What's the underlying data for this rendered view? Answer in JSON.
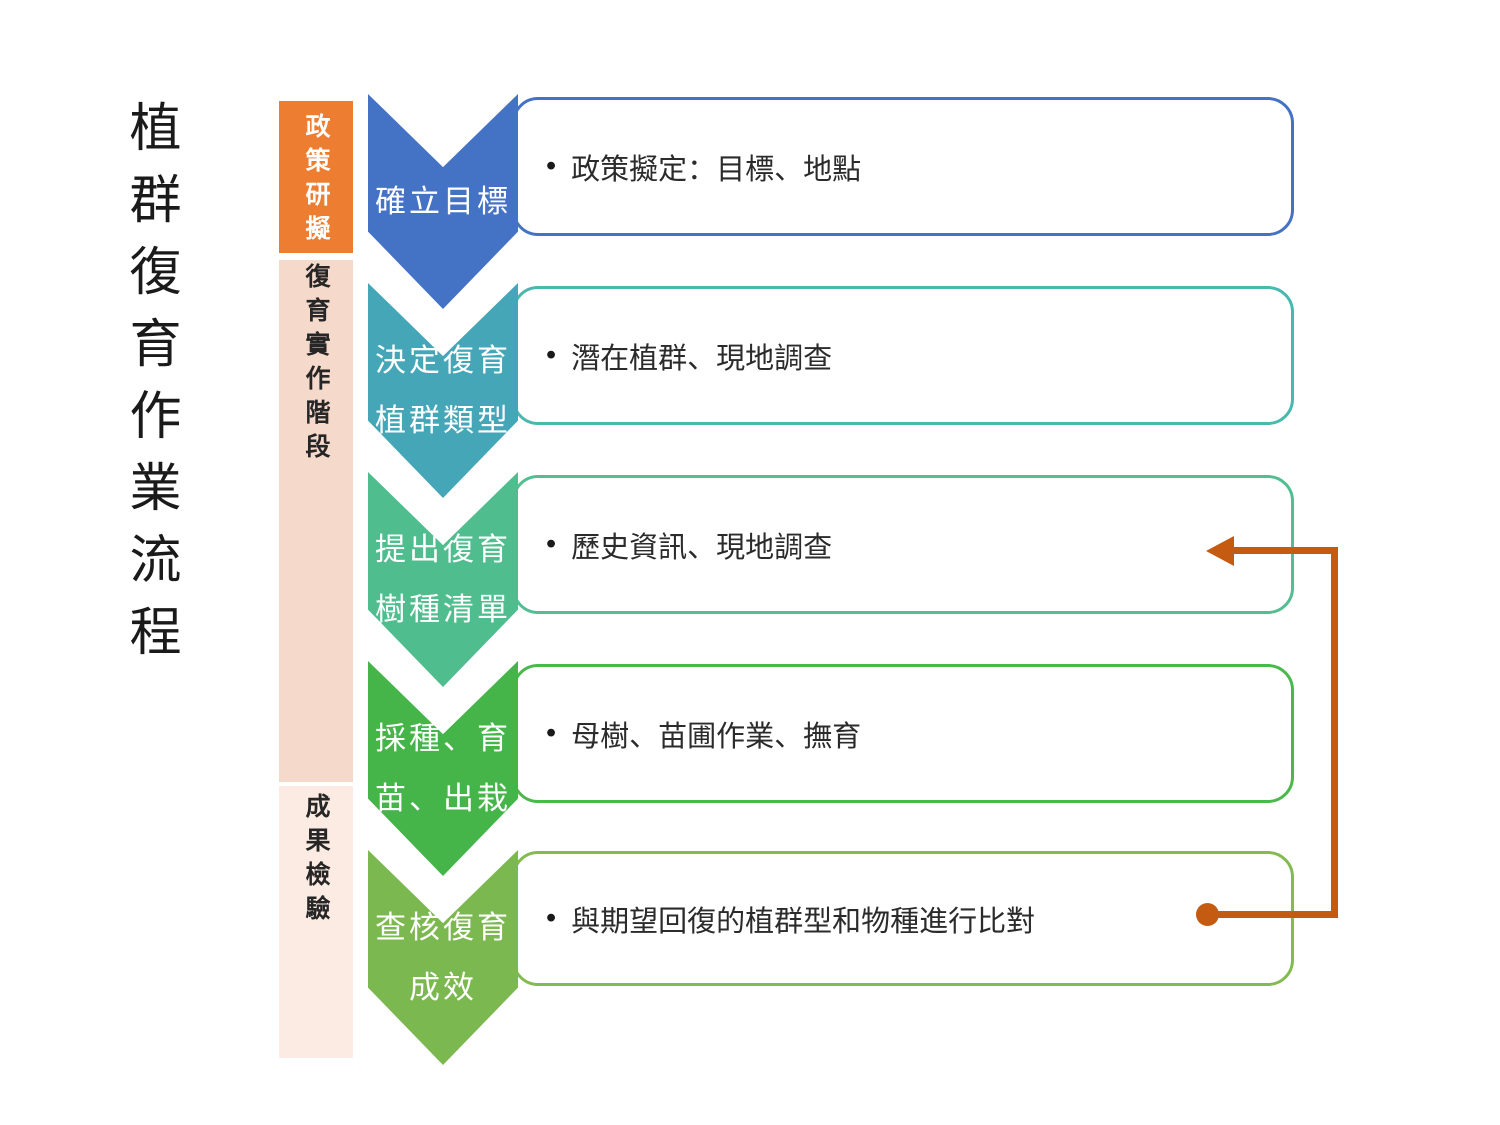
{
  "title": "植群復育作業流程",
  "phase_bands": [
    {
      "id": "policy",
      "label": "政策研擬",
      "bg": "#ED7D31",
      "text_color": "#FFFFFF"
    },
    {
      "id": "implement",
      "label": "復育實作階段",
      "bg": "#F5DACC",
      "text_color": "#262626"
    },
    {
      "id": "review",
      "label": "成果檢驗",
      "bg": "#FBEBE2",
      "text_color": "#262626"
    }
  ],
  "steps": [
    {
      "chevron_label": "確立目標",
      "chevron_color": "#4472C4",
      "box_border_color": "#4472C4",
      "bullet": "•",
      "detail": "政策擬定：目標、地點"
    },
    {
      "chevron_label": "決定復育\n植群類型",
      "chevron_color": "#45A6B7",
      "box_border_color": "#49B9AE",
      "bullet": "•",
      "detail": "潛在植群、現地調查"
    },
    {
      "chevron_label": "提出復育\n樹種清單",
      "chevron_color": "#4FBD8D",
      "box_border_color": "#52BE92",
      "bullet": "•",
      "detail": "歷史資訊、現地調查"
    },
    {
      "chevron_label": "採種、育\n苗、出栽",
      "chevron_color": "#45B549",
      "box_border_color": "#4BB84D",
      "bullet": "•",
      "detail": "母樹、苗圃作業、撫育"
    },
    {
      "chevron_label": "查核復育\n成效",
      "chevron_color": "#7CB850",
      "box_border_color": "#83BB51",
      "bullet": "•",
      "detail": "與期望回復的植群型和物種進行比對"
    }
  ],
  "feedback_arrow": {
    "color": "#C55A11",
    "from_step": "查核復育成效",
    "to_step": "提出復育樹種清單"
  }
}
